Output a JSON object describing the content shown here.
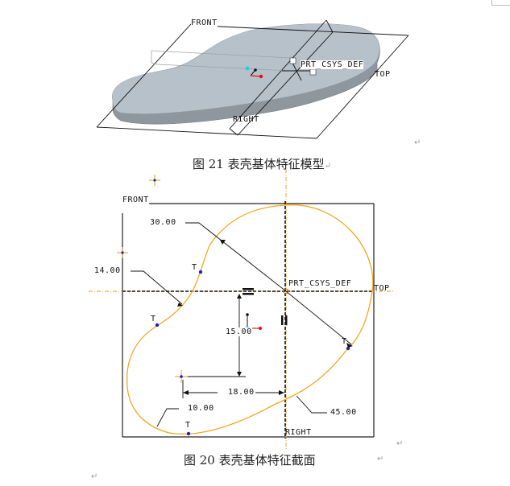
{
  "figure21": {
    "caption": "图 21  表壳基体特征模型",
    "return_mark": "↵",
    "labels": {
      "front": "FRONT",
      "top": "TOP",
      "right": "RIGHT",
      "csys": "PRT_CSYS_DEF"
    },
    "colors": {
      "solid_top": "#b7c1c9",
      "solid_side": "#8e979d",
      "plane_lines": "#111111",
      "axis_x": "#e01010",
      "axis_y": "#111111",
      "axis_z": "#20d0e0"
    }
  },
  "figure20": {
    "caption": "图 20  表壳基体特征截面",
    "return_mark": "↵",
    "labels": {
      "front": "FRONT",
      "top": "TOP",
      "right": "RIGHT",
      "csys": "PRT_CSYS_DEF",
      "tangent": "T"
    },
    "dimensions": {
      "d30": "30.00",
      "d14": "14.00",
      "d15": "15.00",
      "d18": "18.00",
      "d10": "10.00",
      "d45": "45.00"
    },
    "colors": {
      "sketch_curve": "#f0a820",
      "centerline": "#e0a020",
      "frame": "#222222",
      "tangent_point": "#2020c0"
    }
  },
  "paragraph_marks": [
    "↵",
    "↵",
    "↵",
    "↵"
  ]
}
